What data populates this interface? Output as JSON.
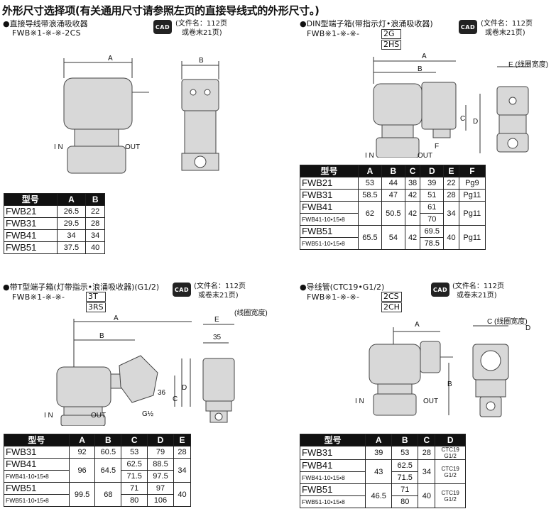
{
  "page_title": "外形尺寸选择项(有关通用尺寸请参照左页的直接导线式的外形尺寸。)",
  "cad_label": "CAD",
  "s1": {
    "heading": "●直接导线带浪涌吸收器",
    "model": "FWB※1-※-※-2CS",
    "cad_file": "(文件名：112页",
    "cad_file2": "或卷末21页)",
    "dims": {
      "A": "A",
      "B": "B",
      "in": "I N",
      "out": "OUT"
    },
    "headers": [
      "型号",
      "A",
      "B"
    ],
    "rows": [
      [
        "FWB21",
        "26.5",
        "22"
      ],
      [
        "FWB31",
        "29.5",
        "28"
      ],
      [
        "FWB41",
        "34",
        "34"
      ],
      [
        "FWB51",
        "37.5",
        "40"
      ]
    ]
  },
  "s2": {
    "heading": "●DIN型端子箱(带指示灯•浪涌吸收器)",
    "model": "FWB※1-※-※-",
    "suffix1": "2G",
    "suffix2": "2HS",
    "cad_file": "(文件名：112页",
    "cad_file2": "或卷末21页)",
    "dims": {
      "A": "A",
      "B": "B",
      "C": "C",
      "D": "D",
      "E": "E (线圈宽度)",
      "F": "F",
      "in": "I N",
      "out": "OUT"
    },
    "headers": [
      "型号",
      "A",
      "B",
      "C",
      "D",
      "E",
      "F"
    ],
    "r1": [
      "FWB21",
      "53",
      "44",
      "38",
      "39",
      "22",
      "Pg9"
    ],
    "r2": [
      "FWB31",
      "58.5",
      "47",
      "42",
      "51",
      "28",
      "Pg11"
    ],
    "r3": {
      "m": "FWB41",
      "ms": "FWB41-10•15•8",
      "A": "62",
      "B": "50.5",
      "C": "42",
      "D1": "61",
      "D2": "70",
      "E": "34",
      "F": "Pg11"
    },
    "r4": {
      "m": "FWB51",
      "ms": "FWB51-10•15•8",
      "A": "65.5",
      "B": "54",
      "C": "42",
      "D1": "69.5",
      "D2": "78.5",
      "E": "40",
      "F": "Pg11"
    }
  },
  "s3": {
    "heading": "●带T型端子箱(灯带指示•浪涌吸收器)(G1/2)",
    "model": "FWB※1-※-※-",
    "suffix1": "3T",
    "suffix2": "3RS",
    "cad_file": "(文件名：112页",
    "cad_file2": "或卷末21页)",
    "dims": {
      "A": "A",
      "B": "B",
      "C": "C",
      "D": "D",
      "E": "E",
      "coil": "(线圈宽度)",
      "d35": "35",
      "d36": "36",
      "g": "G½",
      "in": "I N",
      "out": "OUT"
    },
    "headers": [
      "型号",
      "A",
      "B",
      "C",
      "D",
      "E"
    ],
    "r1": [
      "FWB31",
      "92",
      "60.5",
      "53",
      "79",
      "28"
    ],
    "r2": {
      "m": "FWB41",
      "ms": "FWB41-10•15•8",
      "A": "96",
      "B": "64.5",
      "C1": "62.5",
      "C2": "71.5",
      "D1": "88.5",
      "D2": "97.5",
      "E": "34"
    },
    "r3": {
      "m": "FWB51",
      "ms": "FWB51-10•15•8",
      "A": "99.5",
      "B": "68",
      "C1": "71",
      "C2": "80",
      "D1": "97",
      "D2": "106",
      "E": "40"
    }
  },
  "s4": {
    "heading": "●导线管(CTC19•G1/2)",
    "model": "FWB※1-※-※-",
    "suffix1": "2CS",
    "suffix2": "2CH",
    "cad_file": "(文件名：112页",
    "cad_file2": "或卷末21页)",
    "dims": {
      "A": "A",
      "B": "B",
      "C": "C (线圈宽度)",
      "D": "D",
      "in": "I N",
      "out": "OUT"
    },
    "headers": [
      "型号",
      "A",
      "B",
      "C",
      "D"
    ],
    "r1": [
      "FWB31",
      "39",
      "53",
      "28",
      "CTC19",
      "G1/2"
    ],
    "r2": {
      "m": "FWB41",
      "ms": "FWB41-10•15•8",
      "A": "43",
      "B1": "62.5",
      "B2": "71.5",
      "C": "34",
      "D1": "CTC19",
      "D2": "G1/2"
    },
    "r3": {
      "m": "FWB51",
      "ms": "FWB51-10•15•8",
      "A": "46.5",
      "B1": "71",
      "B2": "80",
      "C": "40",
      "D1": "CTC19",
      "D2": "G1/2"
    }
  }
}
